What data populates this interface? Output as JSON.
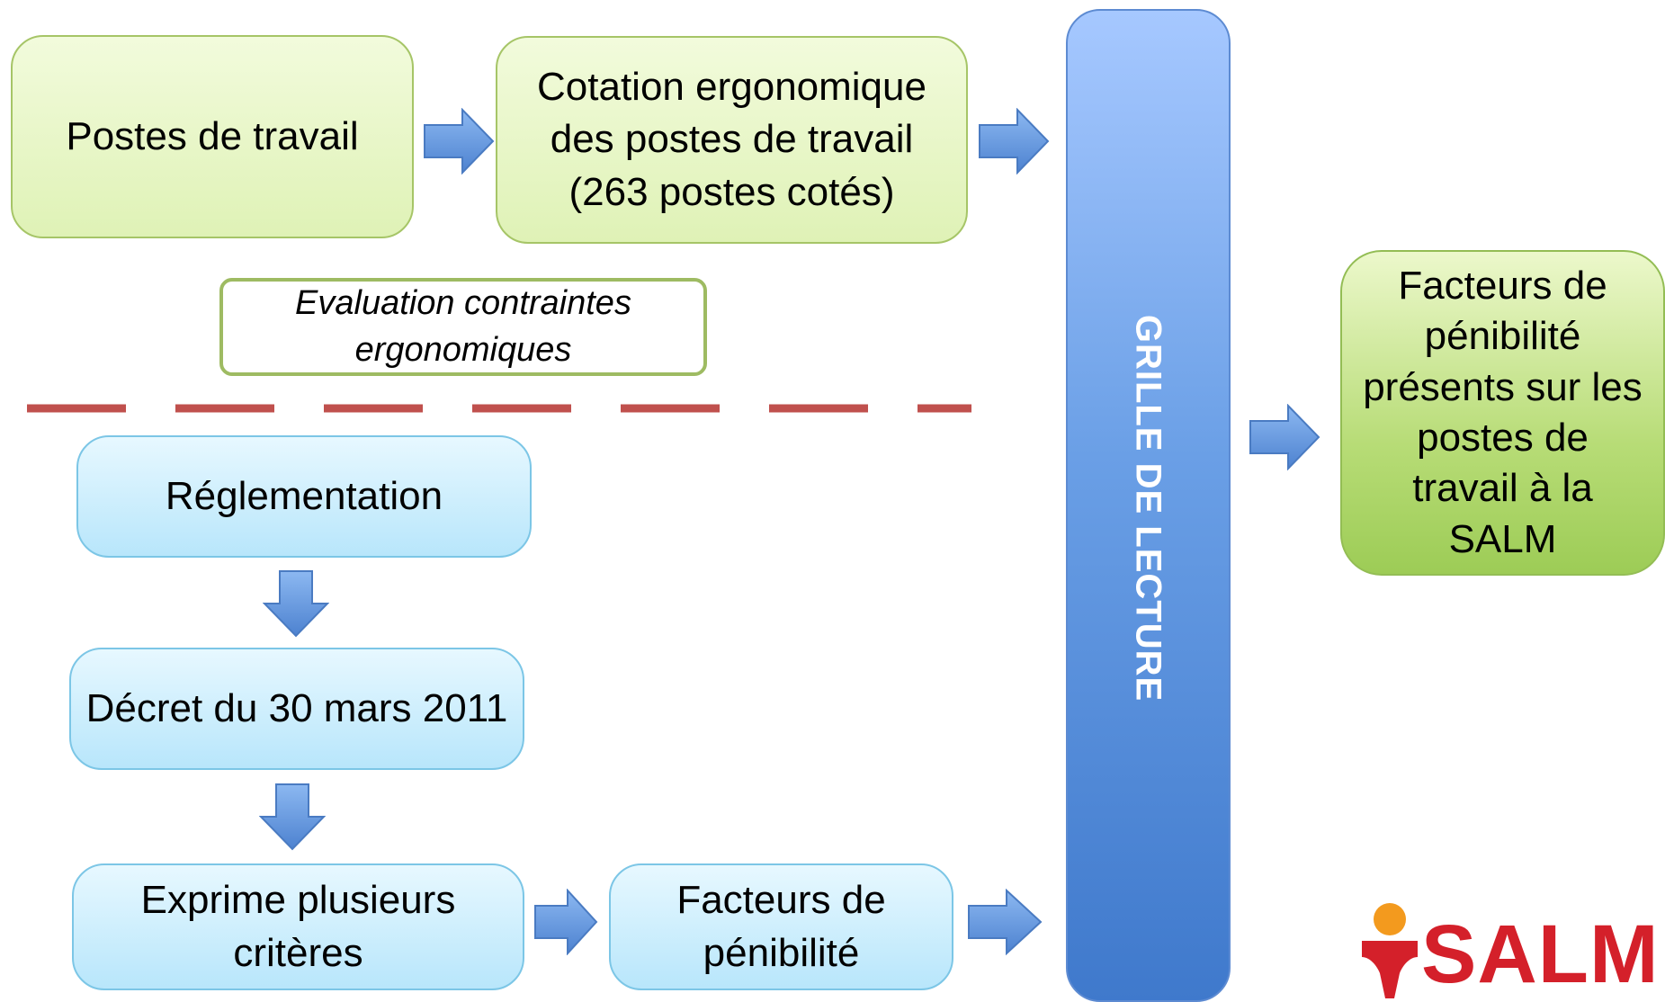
{
  "boxes": {
    "postes": "Postes de travail",
    "cotation": "Cotation ergonomique des postes de travail (263 postes cotés)",
    "evaluation": "Evaluation contraintes ergonomiques",
    "reglementation": "Réglementation",
    "decret": "Décret du 30 mars 2011",
    "exprime": "Exprime plusieurs critères",
    "facteurs": "Facteurs de pénibilité",
    "resultat": "Facteurs de pénibilité présents sur les postes de travail à la SALM"
  },
  "grille": {
    "label": "GRILLE DE LECTURE"
  },
  "logo": {
    "text": "SALM"
  },
  "colors": {
    "green_box": "#e6f5c4",
    "blue_box": "#c9ecfb",
    "grille": "#5a8fdc",
    "arrow": "#5f95dd",
    "dash": "#c0504d",
    "logo_red": "#d4202a",
    "logo_orange": "#f39a1e"
  }
}
